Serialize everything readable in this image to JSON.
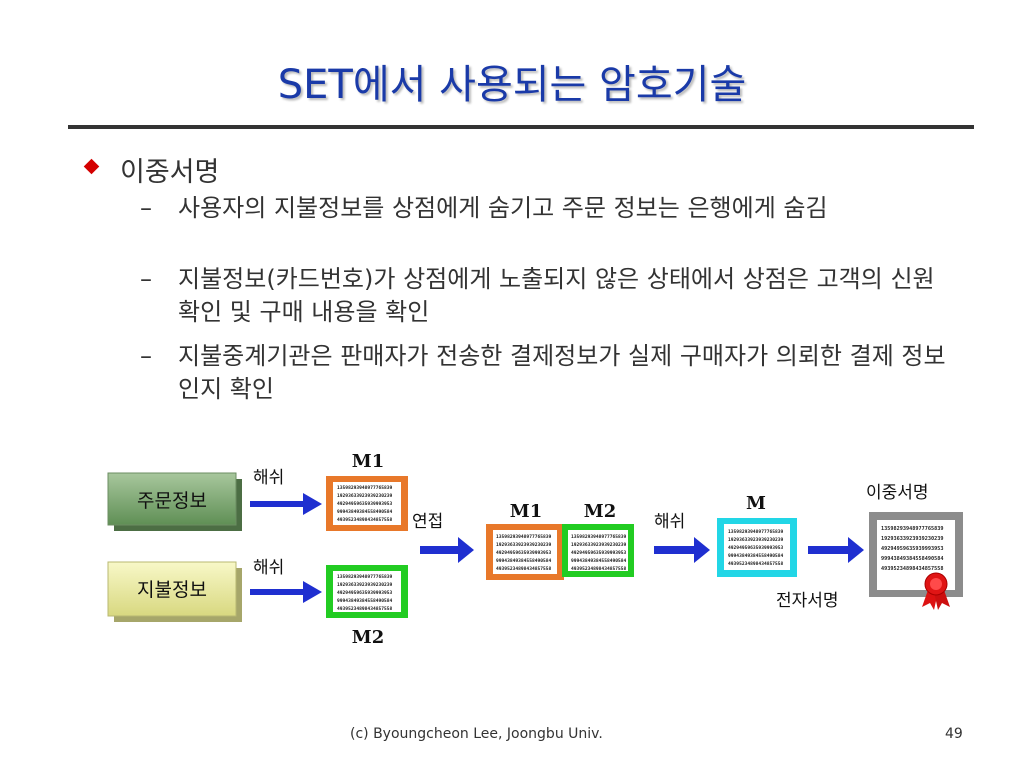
{
  "slide": {
    "title": "SET에서 사용되는 암호기술",
    "bullet": "이중서명",
    "subitems": [
      "사용자의 지불정보를 상점에게 숨기고 주문 정보는 은행에게 숨김",
      "지불정보(카드번호)가 상점에게 노출되지 않은 상태에서 상점은 고객의 신원확인 및 구매 내용을 확인",
      "지불중계기관은 판매자가 전송한 결제정보가 실제 구매자가 의뢰한 결제 정보인지 확인"
    ],
    "dash": "–",
    "footer": "(c) Byoungcheon Lee, Joongbu Univ.",
    "page_number": "49"
  },
  "diagram": {
    "order_info": "주문정보",
    "payment_info": "지불정보",
    "hash_label_1": "해쉬",
    "hash_label_2": "해쉬",
    "hash_label_3": "해쉬",
    "concat_label": "연접",
    "m1": "M1",
    "m2": "M2",
    "m1_concat": "M1",
    "m2_concat": "M2",
    "m": "M",
    "dual_signature": "이중서명",
    "digital_signature": "전자서명",
    "digest_lines": [
      "13598293948977765839",
      "19293633923939230239",
      "49294959635939993953",
      "99943849384558490584",
      "49395234898434857558"
    ],
    "colors": {
      "title": "#1a3aa8",
      "arrow": "#1f2fd0",
      "m1_frame": "#e8782a",
      "m2_frame": "#22cc22",
      "m_frame": "#22d6e6",
      "sig_frame": "#8c8c8c",
      "order_box": "#76a36a",
      "payment_box": "#ecec9c",
      "seal": "#dd1111"
    }
  }
}
